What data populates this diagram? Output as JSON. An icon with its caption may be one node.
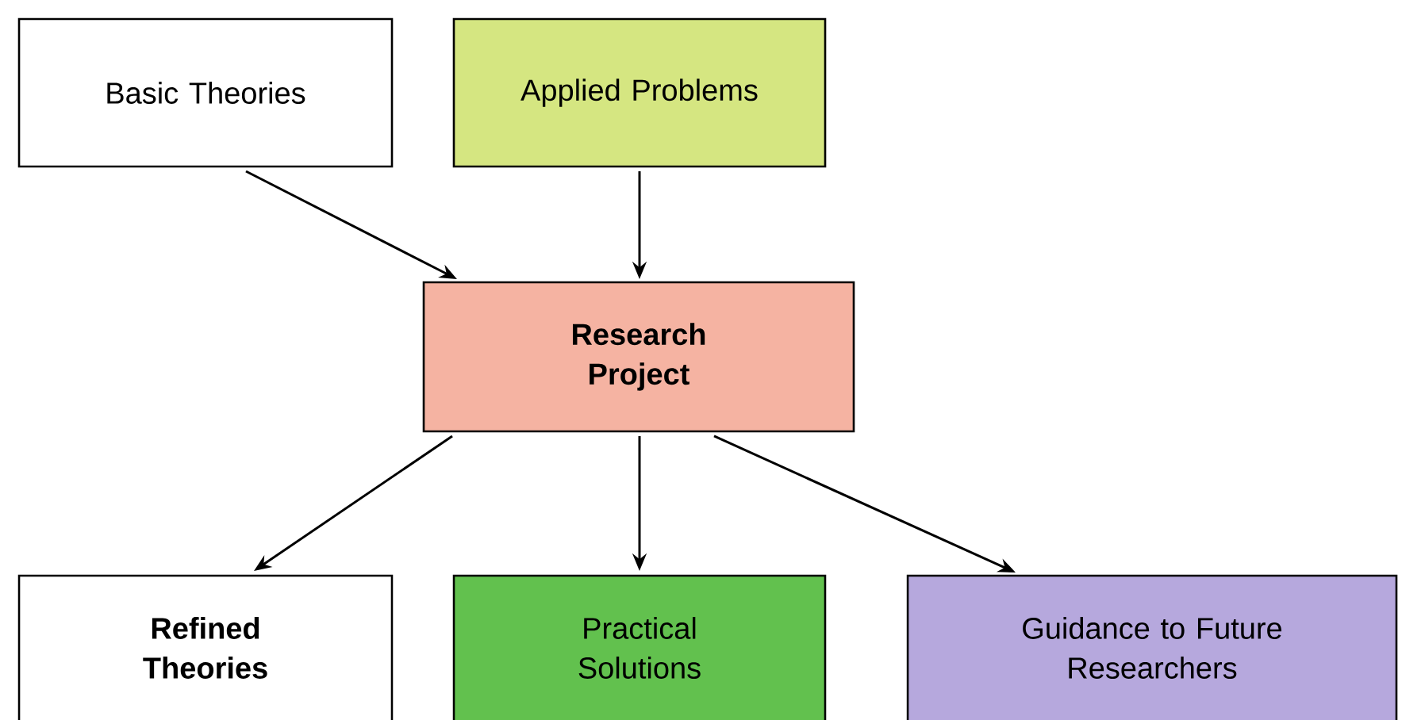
{
  "diagram": {
    "nodes": [
      {
        "text": [
          "Basic Theories"
        ]
      },
      {
        "text": [
          "Applied Problems"
        ]
      },
      {
        "text": [
          "Research Project"
        ]
      },
      {
        "text": [
          "Refined Theories"
        ]
      },
      {
        "text": [
          "Practical Solutions"
        ]
      },
      {
        "text": [
          "Guidance to Future Researchers"
        ]
      }
    ],
    "edges": [
      {
        "from": 0,
        "to": 2,
        "arrow": "to"
      },
      {
        "from": 1,
        "to": 2,
        "arrow": "to"
      },
      {
        "from": 2,
        "to": 3,
        "arrow": "to"
      },
      {
        "from": 2,
        "to": 4,
        "arrow": "to"
      },
      {
        "from": 2,
        "to": 5,
        "arrow": "to"
      }
    ]
  }
}
